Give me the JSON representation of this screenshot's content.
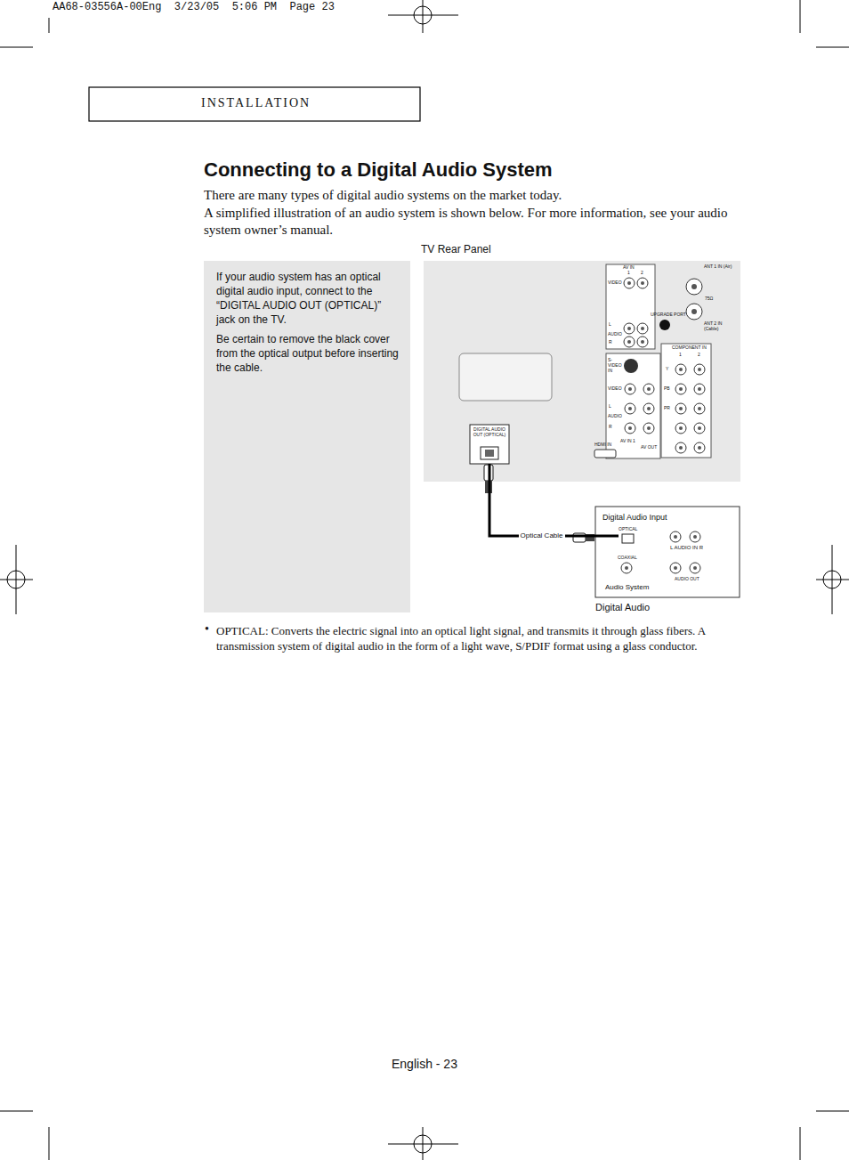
{
  "diagram": {
    "title": "Connecting to a Digital Audio System",
    "nodes": [
      {
        "text": [
          "If your audio system has an optical digital audio input, connect to the “DIGITAL AUDIO OUT (OPTICAL)” jack on the TV.",
          "Be certain to remove the black cover from the optical output before inserting the cable."
        ]
      },
      {
        "text": [
          "TV Rear Panel"
        ]
      },
      {
        "text": [
          "DIGITAL AUDIO OUT (OPTICAL)"
        ],
        "in": 1
      },
      {
        "text": [
          "Digital Audio Input",
          "Audio System",
          "Digital Audio"
        ]
      },
      {
        "text": [
          "OPTICAL"
        ],
        "in": 3
      }
    ],
    "edges": [
      {
        "from": 2,
        "to": 4,
        "label": "Optical Cable",
        "arrow": "none"
      }
    ],
    "labels": [
      "AA68-03556A-00Eng  3/23/05  5:06 PM  Page 23",
      "INSTALLATION",
      "There are many types of digital audio systems on the market today.",
      "A simplified illustration of an audio system is shown below. For more information, see your audio system owner’s manual.",
      "AV IN",
      "1",
      "2",
      "VIDEO",
      "L",
      "AUDIO",
      "R",
      "UPGRADE PORT",
      "ANT 1 IN (Air)",
      "75Ω",
      "ANT 2 IN (Cable)",
      "S-VIDEO IN",
      "VIDEO",
      "L",
      "AUDIO",
      "R",
      "AV IN 1",
      "AV OUT",
      "COMPONENT IN",
      "Y",
      "PB",
      "PR",
      "1",
      "2",
      "HDMI IN",
      "COAXIAL",
      "L AUDIO IN R",
      "AUDIO OUT",
      "•",
      "OPTICAL: Converts the electric signal into an optical light signal, and transmits it through glass fibers.  A transmission system of digital audio in the form of a light wave, S/PDIF format using a glass conductor.",
      "English - 23"
    ]
  }
}
